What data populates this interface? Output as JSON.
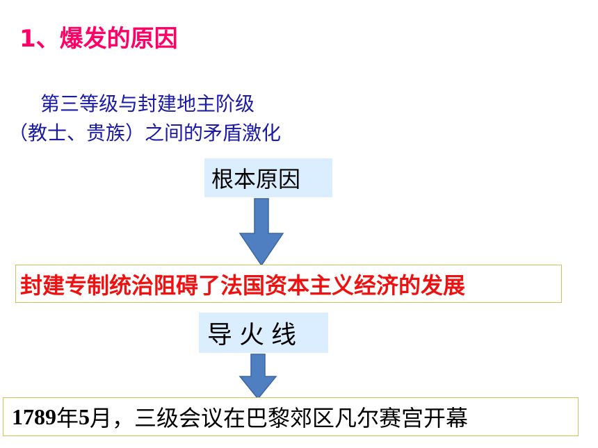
{
  "title": "1、爆发的原因",
  "description": {
    "line1": "第三等级与封建地主阶级",
    "line2": "（教士、贵族）之间的矛盾激化"
  },
  "root_cause_label": "根本原因",
  "root_cause_text": "封建专制统治阻碍了法国资本主义经济的发展",
  "fuse_label": "导火线",
  "event": {
    "year": "1789",
    "year_unit": "年",
    "month": "5",
    "rest": "月，三级会议在巴黎郊区凡尔赛宫开幕"
  },
  "colors": {
    "title": "#ff0066",
    "blue_text": "#1a1aa6",
    "label_bg": "#dbeeff",
    "red_text": "#ee1111",
    "arrow": "#4f7fc0"
  }
}
